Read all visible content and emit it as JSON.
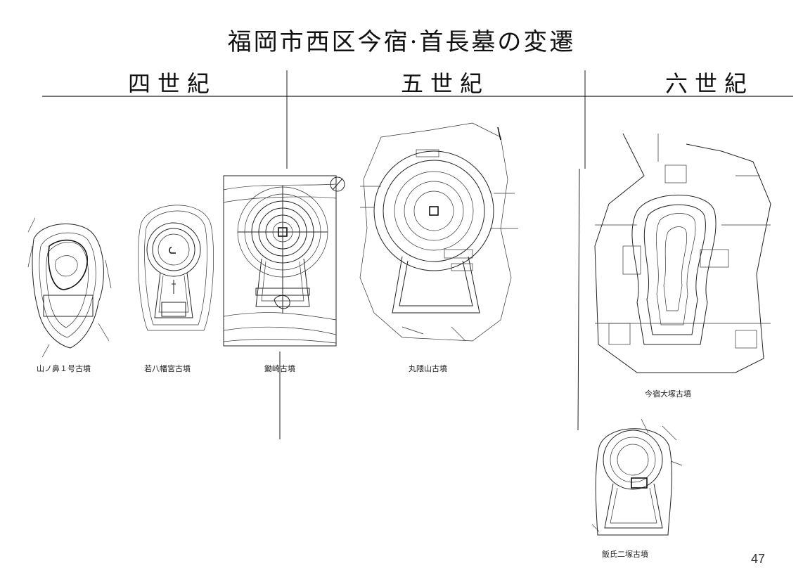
{
  "title": "福岡市西区今宿·首長墓の変遷",
  "centuries": {
    "fourth": "四世紀",
    "fifth": "五世紀",
    "sixth": "六世紀"
  },
  "tombs": {
    "yamanohana": "山ノ鼻１号古墳",
    "wakahachiman": "若八幡宮古墳",
    "suzumezaki": "鋤崎古墳",
    "marukumayama": "丸隈山古墳",
    "imajukuotsuka": "今宿大塚古墳",
    "iiujiniizuka": "飯氏二塚古墳"
  },
  "page_number": "47"
}
